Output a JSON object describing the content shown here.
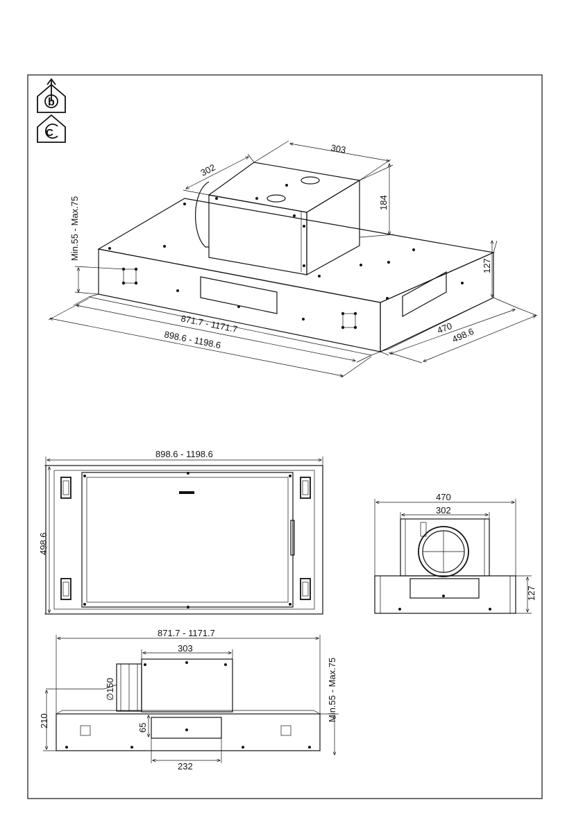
{
  "icons": [
    {
      "name": "ducted-extraction-icon",
      "letter": "b"
    },
    {
      "name": "recirculation-icon",
      "letter": "C"
    }
  ],
  "iso_view": {
    "dim_motor_depth": "302",
    "dim_motor_width": "303",
    "dim_motor_height": "184",
    "dim_height_range": "Min.55  -  Max.75",
    "dim_hood_height": "127",
    "dim_inner_width": "871.7  -  1171.7",
    "dim_outer_width": "898.6  -  1198.6",
    "dim_inner_depth": "470",
    "dim_outer_depth": "498.6"
  },
  "top_view": {
    "dim_width": "898.6  -  1198.6",
    "dim_depth": "498.6"
  },
  "side_view": {
    "dim_width": "470",
    "dim_motor_width": "302",
    "dim_height": "127"
  },
  "front_view": {
    "dim_width": "871.7  -  1171.7",
    "dim_motor_width": "303",
    "dim_outlet": "∅150",
    "dim_total_height": "210",
    "dim_lower": "65",
    "dim_height_range": "Min.55  -  Max.75",
    "dim_filter_width": "232"
  }
}
